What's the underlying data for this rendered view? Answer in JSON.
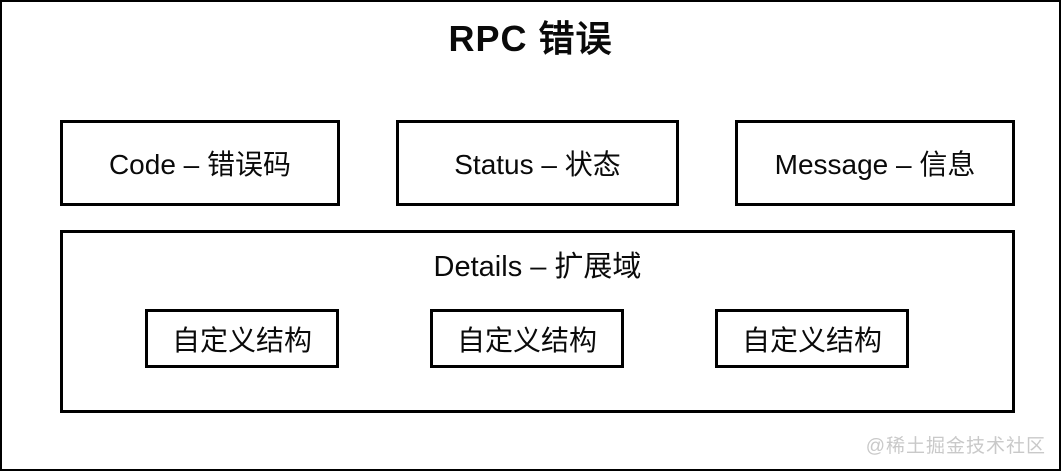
{
  "diagram": {
    "title": "RPC 错误",
    "fields": [
      {
        "label": "Code – 错误码"
      },
      {
        "label": "Status – 状态"
      },
      {
        "label": "Message – 信息"
      }
    ],
    "details": {
      "label": "Details – 扩展域",
      "items": [
        {
          "label": "自定义结构"
        },
        {
          "label": "自定义结构"
        },
        {
          "label": "自定义结构"
        }
      ]
    },
    "watermark": "@稀土掘金技术社区",
    "colors": {
      "border": "#000000",
      "background": "#ffffff",
      "text": "#0a0a0a",
      "watermark": "#c9c9c9"
    }
  }
}
